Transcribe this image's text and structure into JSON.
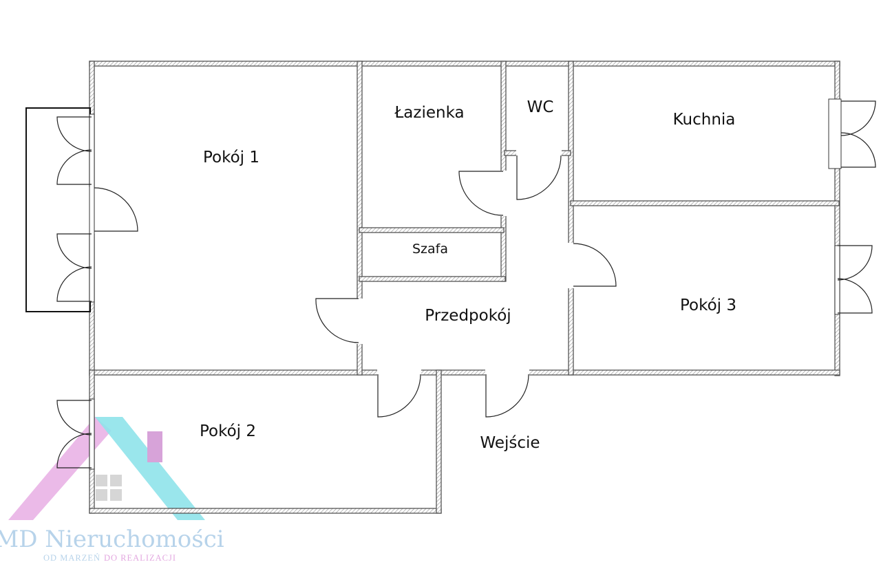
{
  "rooms": {
    "pokoj1": "Pokój 1",
    "lazienka": "Łazienka",
    "wc": "WC",
    "kuchnia": "Kuchnia",
    "szafa": "Szafa",
    "przedpokoj": "Przedpokój",
    "pokoj3": "Pokój 3",
    "pokoj2": "Pokój 2",
    "wejscie": "Wejście"
  },
  "brand": {
    "name": "MD Nieruchomości",
    "tagline_a": "OD MARZEŃ",
    "tagline_b": "DO REALIZACJI"
  },
  "colors": {
    "wall": "#555555",
    "hatch": "#bbbbbb",
    "logo_cyan": "#8fe3ea",
    "logo_pink": "#e9b3e6",
    "brand_text": "#b7d3ea",
    "brand_accent": "#e3a8e0",
    "logo_grey": "#d8d8d8"
  }
}
